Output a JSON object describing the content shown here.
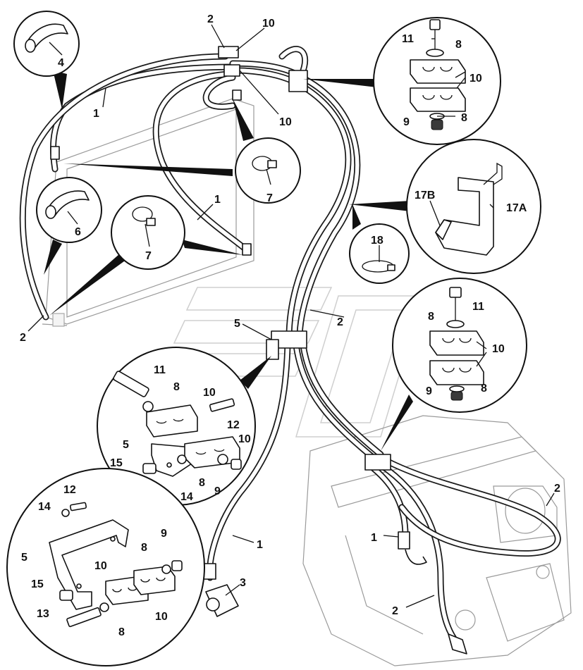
{
  "callouts": {
    "c1a": "1",
    "c1b": "1",
    "c1c": "1",
    "c1d": "1",
    "c2a": "2",
    "c2b": "2",
    "c2c": "2",
    "c2d": "2",
    "c2e": "2",
    "c3": "3",
    "c4": "4",
    "c5a": "5",
    "c5b": "5",
    "c5c": "5",
    "c6": "6",
    "c7a": "7",
    "c7b": "7",
    "c8a": "8",
    "c8b": "8",
    "c8c": "8",
    "c8d": "8",
    "c8e": "8",
    "c8f": "8",
    "c8g": "8",
    "c8h": "8",
    "c9a": "9",
    "c9b": "9",
    "c9c": "9",
    "c9d": "9",
    "c10a": "10",
    "c10b": "10",
    "c10c": "10",
    "c10d": "10",
    "c10e": "10",
    "c10f": "10",
    "c10g": "10",
    "c10h": "10",
    "c11a": "11",
    "c11b": "11",
    "c11c": "11",
    "c12a": "12",
    "c12b": "12",
    "c13": "13",
    "c14a": "14",
    "c14b": "14",
    "c15a": "15",
    "c15b": "15",
    "c17a": "17A",
    "c17b": "17B",
    "c18": "18"
  }
}
